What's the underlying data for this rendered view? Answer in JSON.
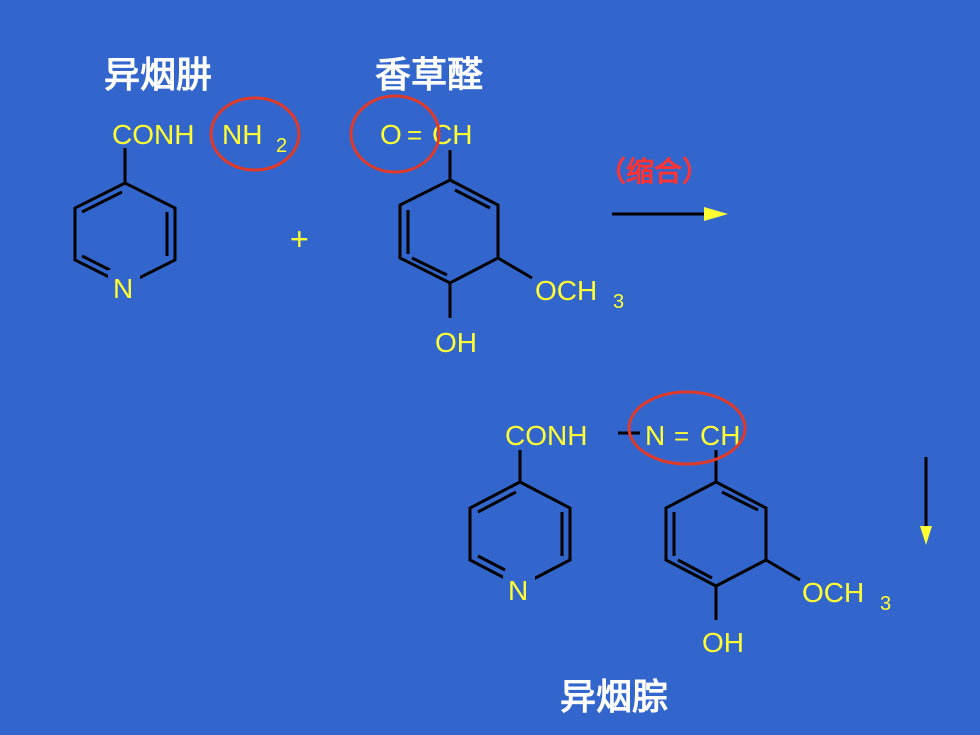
{
  "labels": {
    "isoniazid": "异烟肼",
    "vanillin": "香草醛",
    "product": "异烟腙",
    "condensation": "（缩合）"
  },
  "formula": {
    "conh": "CONH",
    "nh": "NH",
    "sub2": "2",
    "o": "O",
    "ch": "CH",
    "n": "N",
    "och": "OCH",
    "sub3": "3",
    "oh": "OH",
    "plus": "+"
  },
  "colors": {
    "background": "#3366cc",
    "formula_text": "#ffff33",
    "highlight_circle": "#e03a2a",
    "bond": "#000000",
    "arrow": "#ffff33"
  }
}
